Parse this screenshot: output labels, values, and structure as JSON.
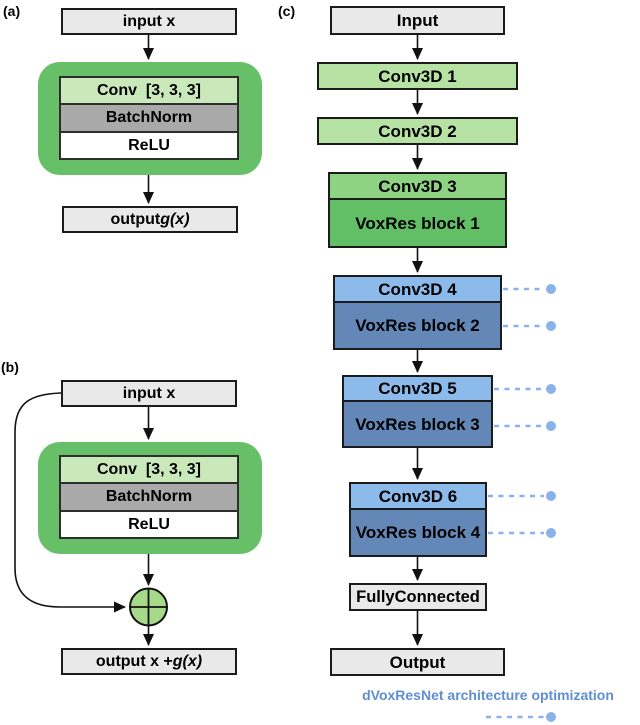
{
  "a": {
    "label": "(a)",
    "input": "input x",
    "conv": "Conv  [3, 3, 3]",
    "batchnorm": "BatchNorm",
    "relu": "ReLU",
    "output_prefix": "output ",
    "output_math": "g(x)"
  },
  "b": {
    "label": "(b)",
    "input": "input x",
    "conv": "Conv  [3, 3, 3]",
    "batchnorm": "BatchNorm",
    "relu": "ReLU",
    "output_prefix": "output x + ",
    "output_math": "g(x)"
  },
  "c": {
    "label": "(c)",
    "input": "Input",
    "conv3d_1": "Conv3D 1",
    "conv3d_2": "Conv3D 2",
    "conv3d_3": "Conv3D 3",
    "voxres_1": "VoxRes block 1",
    "conv3d_4": "Conv3D 4",
    "voxres_2": "VoxRes block 2",
    "conv3d_5": "Conv3D 5",
    "voxres_3": "VoxRes block 3",
    "conv3d_6": "Conv3D 6",
    "voxres_4": "VoxRes block 4",
    "fully_connected": "FullyConnected",
    "output": "Output"
  },
  "legend": {
    "label": "dVoxResNet architecture optimization"
  },
  "colors": {
    "box_gray": "#e9e9e9",
    "light_green": "#b6e3a3",
    "mid_green": "#8ed381",
    "voxres_green": "#62bf66",
    "block_container_green": "#67c068",
    "conv_cell_green": "#c9e9bb",
    "batchnorm_gray": "#a9a9a9",
    "relu_white": "#ffffff",
    "conv_blue": "#8bbaeb",
    "voxres_blue": "#6387b6",
    "dashed_line_blue": "#8ab2ea",
    "legend_text_blue": "#5f8ed3",
    "sum_circle_green": "#a6d98a"
  }
}
